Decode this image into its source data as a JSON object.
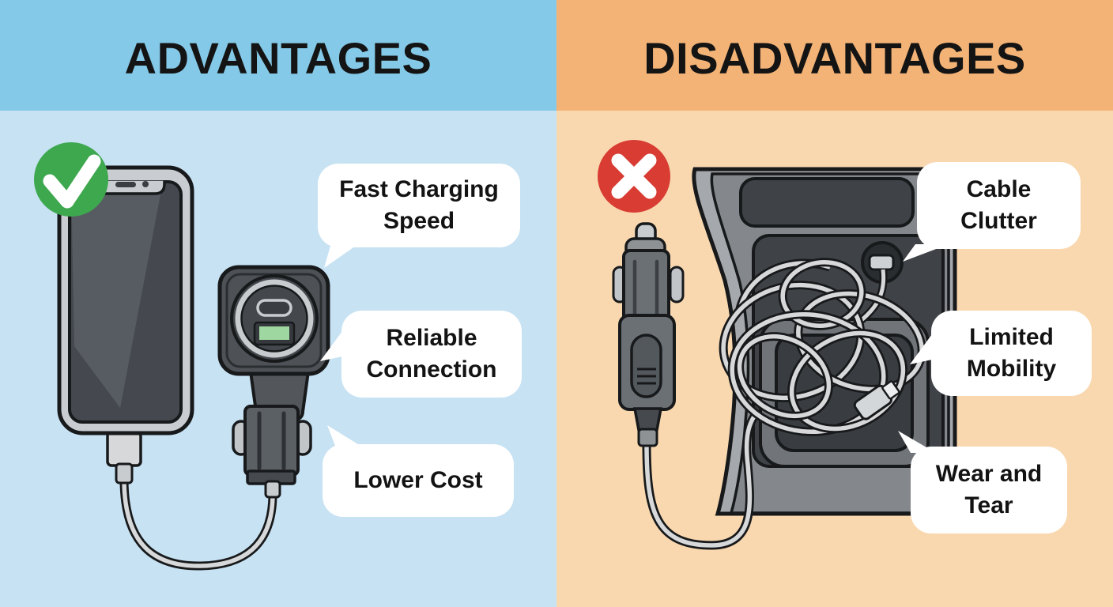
{
  "panels": {
    "advantages": {
      "header": "ADVANTAGES",
      "header_bg": "#84C9E7",
      "body_bg": "#C7E2F3",
      "badge": {
        "icon": "check-icon",
        "color": "#3EA84F"
      },
      "illustration": "smartphone connected by cable to dual-port USB car charger",
      "ports": [
        "usb-c",
        "usb-a"
      ],
      "bubbles": [
        "Fast Charging Speed",
        "Reliable Connection",
        "Lower Cost"
      ]
    },
    "disadvantages": {
      "header": "DISADVANTAGES",
      "header_bg": "#F4B376",
      "body_bg": "#F9D8AF",
      "badge": {
        "icon": "x-icon",
        "color": "#D83C33"
      },
      "illustration": "cigarette-lighter car charger with tangled cable at car console 12V socket",
      "bubbles": [
        "Cable Clutter",
        "Limited Mobility",
        "Wear and Tear"
      ]
    }
  }
}
